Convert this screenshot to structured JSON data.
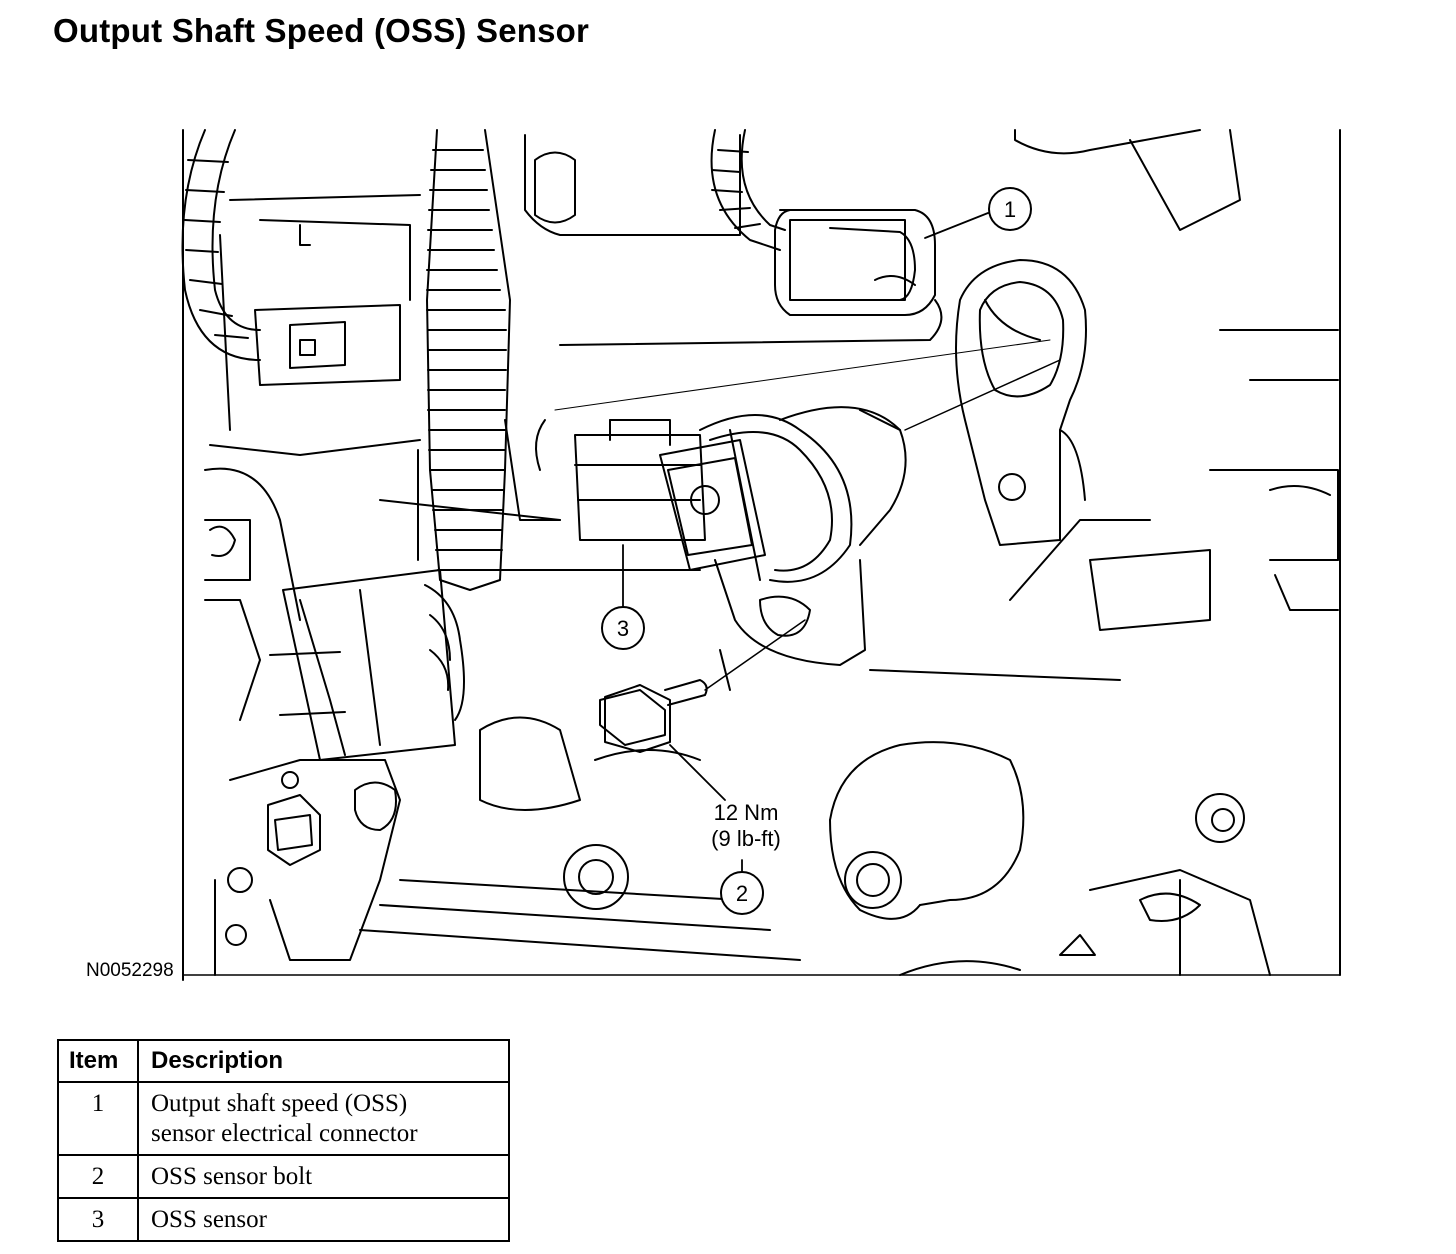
{
  "title": "Output Shaft Speed (OSS) Sensor",
  "figure_id": "N0052298",
  "torque": {
    "line1": "12 Nm",
    "line2": "(9 lb-ft)"
  },
  "callouts": [
    "1",
    "2",
    "3"
  ],
  "legend": {
    "headers": [
      "Item",
      "Description"
    ],
    "rows": [
      {
        "item": "1",
        "description_lines": [
          "Output shaft speed (OSS)",
          "sensor electrical connector"
        ]
      },
      {
        "item": "2",
        "description_lines": [
          "OSS sensor bolt"
        ]
      },
      {
        "item": "3",
        "description_lines": [
          "OSS sensor"
        ]
      }
    ]
  }
}
